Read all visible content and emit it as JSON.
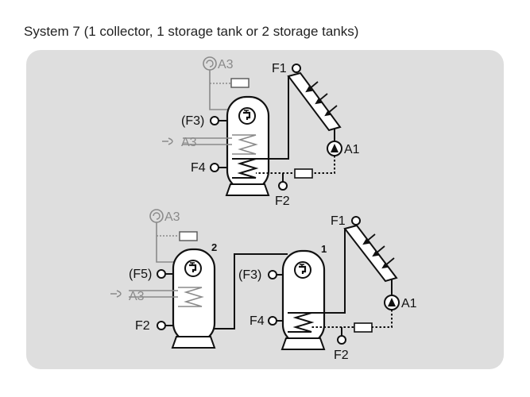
{
  "title": "System 7 (1 collector, 1 storage tank or 2 storage tanks)",
  "colors": {
    "panel": "#dedede",
    "line": "#111111",
    "inactive": "#8a8a8a"
  },
  "top_system": {
    "labels": {
      "collector_sensor": "F1",
      "pump": "A1",
      "return_sensor": "F2",
      "upper_sensor": "(F3)",
      "lower_sensor": "F4",
      "backup_actuator": "A3",
      "burner": "A3"
    }
  },
  "bottom_system": {
    "tank_numbers": {
      "tank1": "1",
      "tank2": "2"
    },
    "labels": {
      "collector_sensor": "F1",
      "pump": "A1",
      "return_sensor": "F2",
      "tank1_upper_sensor": "(F3)",
      "tank1_lower_sensor": "F4",
      "tank2_upper_sensor": "(F5)",
      "tank2_lower_sensor": "F2",
      "backup_actuator": "A3",
      "burner": "A3"
    }
  }
}
